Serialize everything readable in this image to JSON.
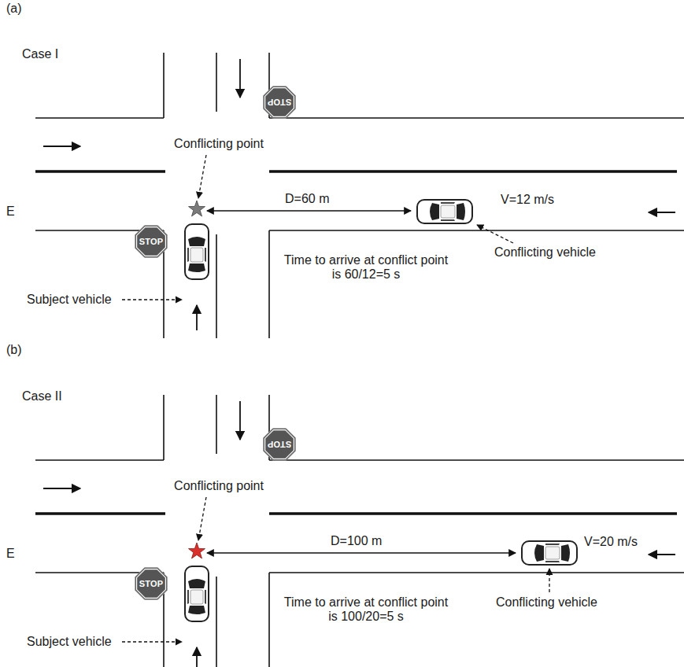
{
  "diagram": {
    "labels": [
      "(a)",
      "Case I",
      "STOP",
      "Conflicting point",
      "E",
      "D=60 m",
      "V=12 m/s",
      "STOP",
      "Time to arrive at conflict point is 60/12=5 s",
      "Conflicting vehicle",
      "Subject vehicle",
      "(b)",
      "Case II",
      "STOP",
      "Conflicting point",
      "E",
      "D=100 m",
      "V=20 m/s",
      "STOP",
      "Time to arrive at conflict point is 100/20=5 s",
      "Conflicting vehicle",
      "Subject vehicle"
    ]
  }
}
